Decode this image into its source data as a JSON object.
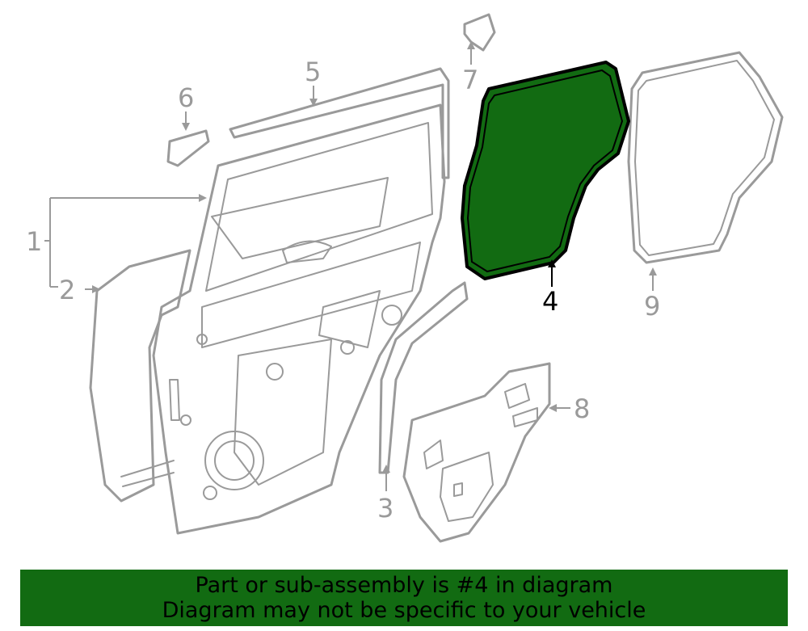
{
  "diagram": {
    "callouts": {
      "c1": "1",
      "c2": "2",
      "c3": "3",
      "c4": "4",
      "c5": "5",
      "c6": "6",
      "c7": "7",
      "c8": "8",
      "c9": "9"
    },
    "highlighted_part": "4",
    "highlight_color": "#126b12",
    "line_color": "#9a9a9a"
  },
  "banner": {
    "line1": "Part or sub-assembly is #4 in diagram",
    "line2": "Diagram may not be specific to your vehicle",
    "background_color": "#126b12"
  }
}
